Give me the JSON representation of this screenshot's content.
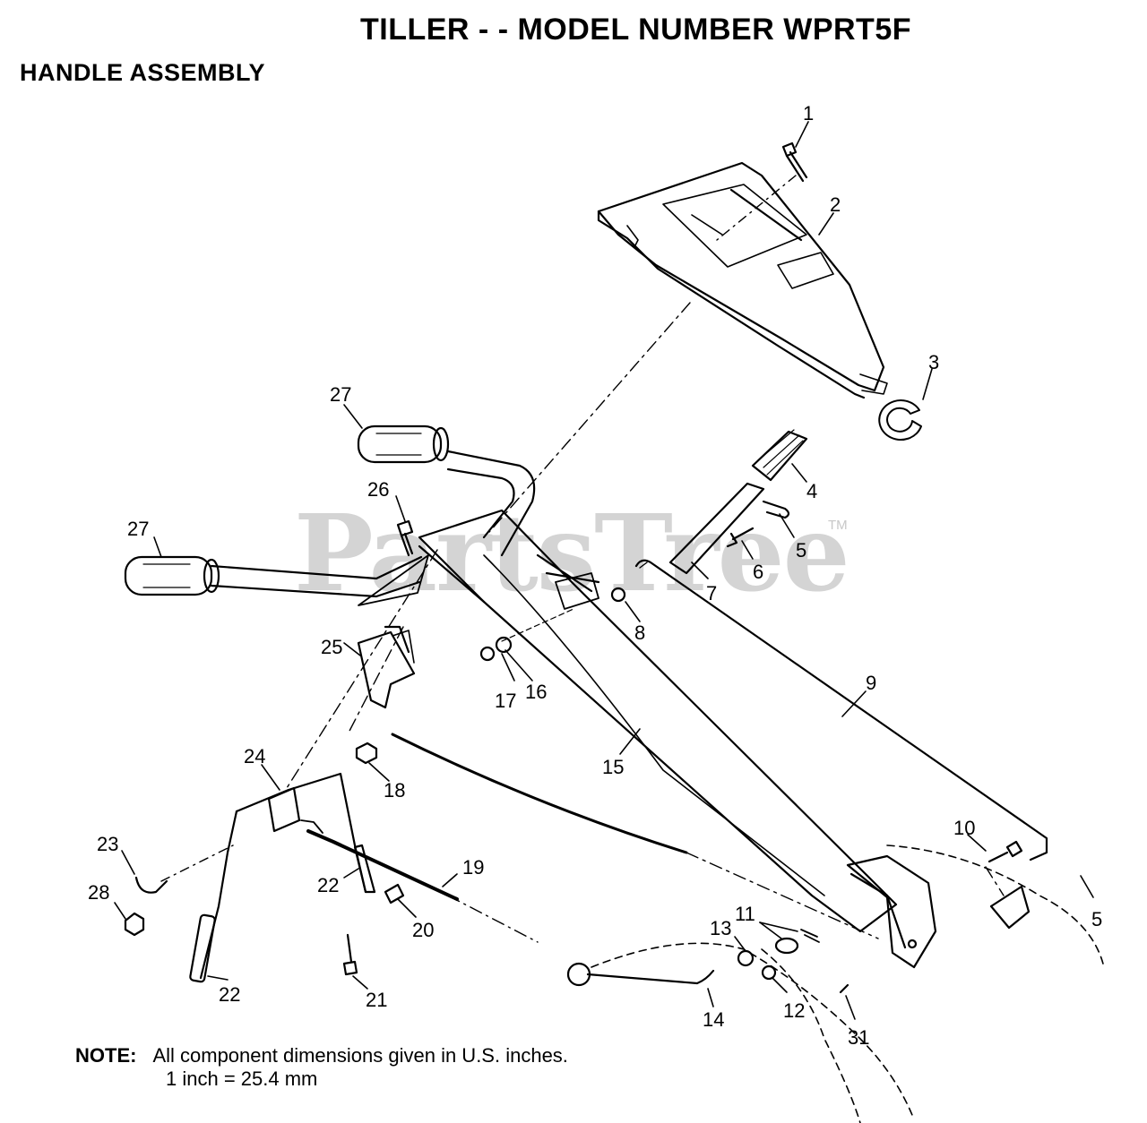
{
  "header": {
    "title": "TILLER - - MODEL NUMBER WPRT5F",
    "subtitle": "HANDLE ASSEMBLY"
  },
  "watermark": {
    "text": "PartsTree",
    "mark": "TM"
  },
  "callouts": {
    "c1": "1",
    "c2": "2",
    "c3": "3",
    "c4": "4",
    "c5a": "5",
    "c5b": "5",
    "c6": "6",
    "c7": "7",
    "c8": "8",
    "c9": "9",
    "c10": "10",
    "c11": "11",
    "c12": "12",
    "c13": "13",
    "c14": "14",
    "c15": "15",
    "c16": "16",
    "c17": "17",
    "c18": "18",
    "c19": "19",
    "c20": "20",
    "c21": "21",
    "c22a": "22",
    "c22b": "22",
    "c23": "23",
    "c24": "24",
    "c25": "25",
    "c26": "26",
    "c27a": "27",
    "c27b": "27",
    "c28": "28",
    "c31": "31"
  },
  "note": {
    "label": "NOTE:",
    "line1": "All component dimensions given in U.S. inches.",
    "line2": "1 inch = 25.4 mm"
  }
}
